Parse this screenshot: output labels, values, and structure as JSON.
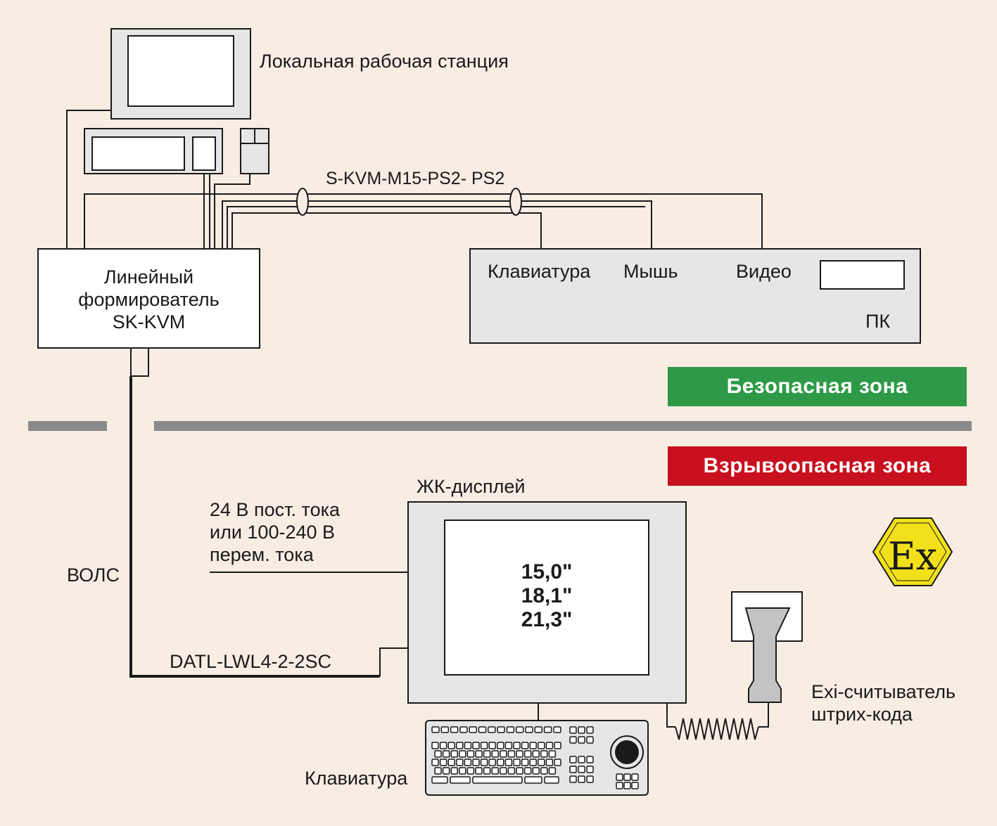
{
  "workstation": {
    "label": "Локальная рабочая станция"
  },
  "cable_kvm": {
    "label": "S-KVM-M15-PS2- PS2"
  },
  "line_driver": {
    "lines": [
      "Линейный",
      "формирователь",
      "SK-KVM"
    ]
  },
  "pc": {
    "label": "ПК",
    "ports": [
      "Клавиатура",
      "Мышь",
      "Видео"
    ]
  },
  "zones": {
    "safe": {
      "label": "Безопасная зона",
      "color": "#2e9a48"
    },
    "hazard": {
      "label": "Взрывоопасная зона",
      "color": "#c8101e"
    }
  },
  "fiber": {
    "label": "ВОЛС"
  },
  "power": {
    "lines": [
      "24 В пост. тока",
      "или 100-240 В",
      "перем. тока"
    ]
  },
  "lcd": {
    "label": "ЖК-дисплей",
    "sizes": [
      "15,0\"",
      "18,1\"",
      "21,3\""
    ]
  },
  "datl": {
    "label": "DATL-LWL4-2-2SC"
  },
  "keyboard": {
    "label": "Клавиатура"
  },
  "scanner": {
    "lines": [
      "Exi-считыватель",
      "штрих-кода"
    ]
  },
  "ex_sign": {
    "text": "Ex",
    "color": "#f2e11a"
  },
  "colors": {
    "device_fill": "#e6e6e6",
    "line": "#1a1a1a",
    "zone_divider": "#8a8a8a"
  }
}
